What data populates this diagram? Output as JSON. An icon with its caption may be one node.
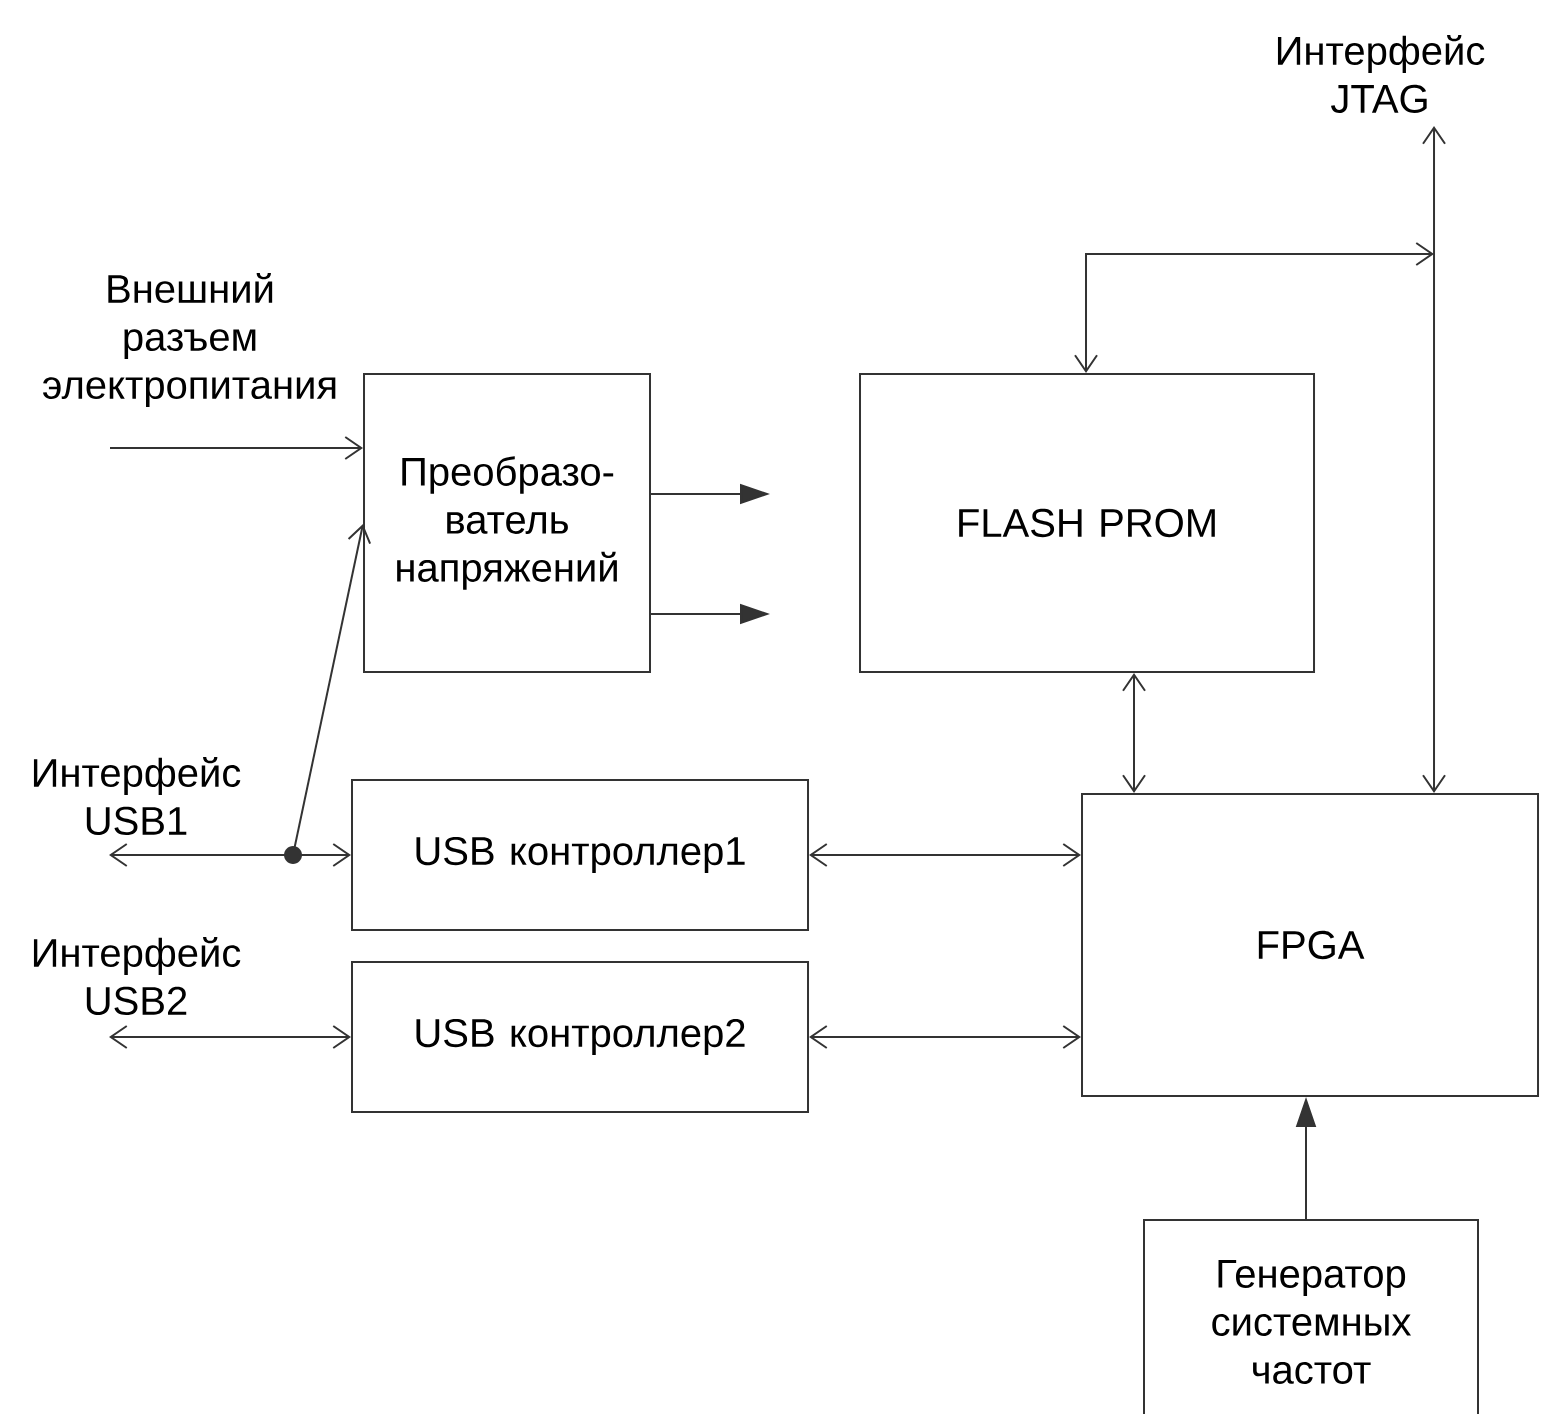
{
  "diagram": {
    "nodes": [
      {
        "text": [
          "Преобразо-ватель напряжений"
        ]
      },
      {
        "text": [
          "FLASH PROM"
        ]
      },
      {
        "text": [
          "USB контроллер1"
        ]
      },
      {
        "text": [
          "USB контроллер2"
        ]
      },
      {
        "text": [
          "FPGA"
        ]
      },
      {
        "text": [
          "Генератор системных частот"
        ]
      },
      {
        "text": [
          "Внешний разъем электропитания"
        ]
      },
      {
        "text": [
          "Интерфейс JTAG"
        ]
      },
      {
        "text": [
          "Интерфейс USB1"
        ]
      },
      {
        "text": [
          "Интерфейс USB2"
        ]
      }
    ],
    "edges": [
      {
        "from": 6,
        "to": 0,
        "arrow": "to"
      },
      {
        "from": 8,
        "to": 0,
        "arrow": "to"
      },
      {
        "from": 0,
        "to": null,
        "arrow": "to"
      },
      {
        "from": 0,
        "to": null,
        "arrow": "to"
      },
      {
        "from": 8,
        "to": 2,
        "arrow": "both"
      },
      {
        "from": 9,
        "to": 3,
        "arrow": "both"
      },
      {
        "from": 2,
        "to": 4,
        "arrow": "both"
      },
      {
        "from": 3,
        "to": 4,
        "arrow": "both"
      },
      {
        "from": 1,
        "to": 4,
        "arrow": "both"
      },
      {
        "from": 4,
        "to": 7,
        "arrow": "both"
      },
      {
        "from": 1,
        "to": null,
        "arrow": "both"
      },
      {
        "from": 5,
        "to": 4,
        "arrow": "to"
      }
    ]
  }
}
